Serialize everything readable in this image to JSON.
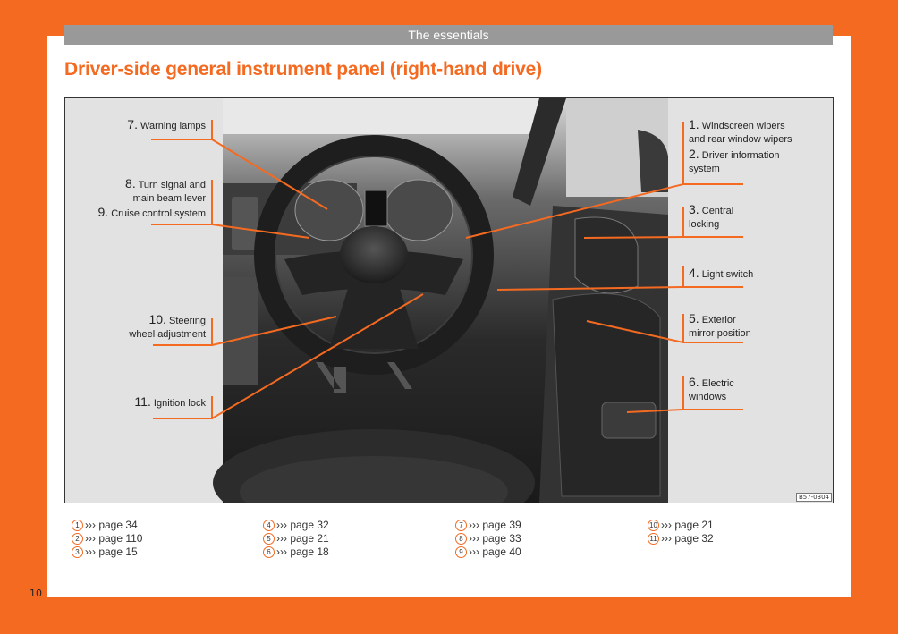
{
  "header": {
    "section": "The essentials"
  },
  "title": "Driver-side general instrument panel (right-hand drive)",
  "figure_code": "B57-0304",
  "callouts_left": [
    {
      "num": "7.",
      "text": "Warning lamps"
    },
    {
      "num": "8.",
      "text": "Turn signal and",
      "text2": "main beam lever"
    },
    {
      "num": "9.",
      "text": "Cruise control system"
    },
    {
      "num": "10.",
      "text": "Steering",
      "text2": "wheel adjustment"
    },
    {
      "num": "11.",
      "text": "Ignition lock"
    }
  ],
  "callouts_right": [
    {
      "num": "1.",
      "text": "Windscreen wipers",
      "text2": "and rear window wipers"
    },
    {
      "num": "2.",
      "text": "Driver information",
      "text2": "system"
    },
    {
      "num": "3.",
      "text": "Central",
      "text2": "locking"
    },
    {
      "num": "4.",
      "text": "Light switch"
    },
    {
      "num": "5.",
      "text": "Exterior",
      "text2": "mirror position"
    },
    {
      "num": "6.",
      "text": "Electric",
      "text2": "windows"
    }
  ],
  "references": [
    {
      "n": "1",
      "text": "››› page 34"
    },
    {
      "n": "2",
      "text": "››› page 110"
    },
    {
      "n": "3",
      "text": "››› page 15"
    },
    {
      "n": "4",
      "text": "››› page 32"
    },
    {
      "n": "5",
      "text": "››› page 21"
    },
    {
      "n": "6",
      "text": "››› page 18"
    },
    {
      "n": "7",
      "text": "››› page 39"
    },
    {
      "n": "8",
      "text": "››› page 33"
    },
    {
      "n": "9",
      "text": "››› page 40"
    },
    {
      "n": "10",
      "text": "››› page 21"
    },
    {
      "n": "11",
      "text": "››› page 32"
    }
  ],
  "page_number": "10",
  "colors": {
    "accent": "#f46a21",
    "header_bar": "#999999",
    "panel": "#e2e2e2"
  }
}
